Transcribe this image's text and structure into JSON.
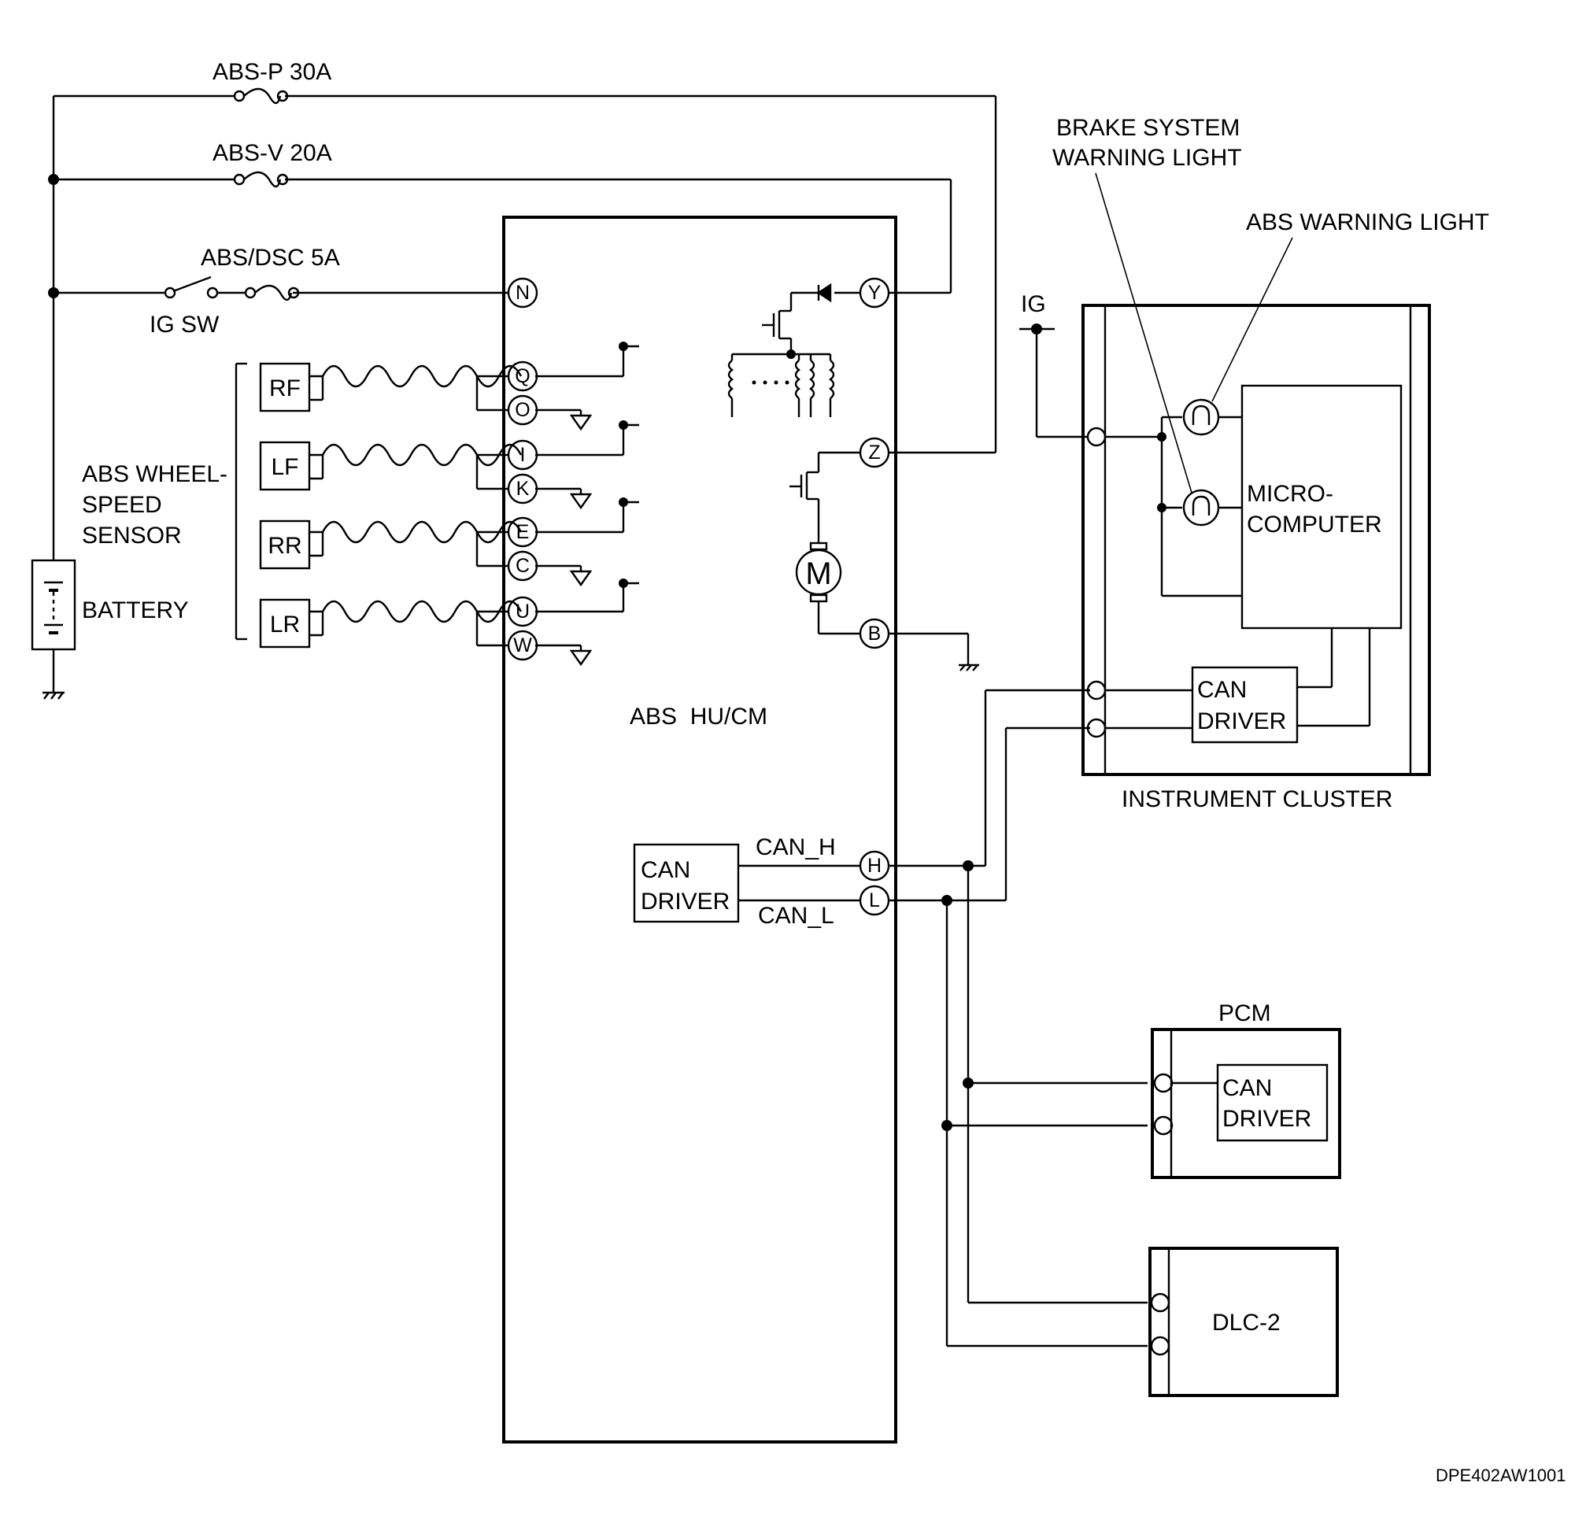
{
  "fuses": {
    "abs_p": "ABS-P 30A",
    "abs_v": "ABS-V 20A",
    "abs_dsc": "ABS/DSC 5A"
  },
  "ig_switch": "IG SW",
  "ig_label": "IG",
  "battery": "BATTERY",
  "wheel_sensor": {
    "line1": "ABS WHEEL-",
    "line2": "SPEED",
    "line3": "SENSOR",
    "sensors": [
      "RF",
      "LF",
      "RR",
      "LR"
    ]
  },
  "hucm": {
    "name": "ABS  HU/CM",
    "can_driver_line1": "CAN",
    "can_driver_line2": "DRIVER",
    "can_h": "CAN_H",
    "can_l": "CAN_L",
    "left_pins": [
      "N",
      "Q",
      "O",
      "I",
      "K",
      "E",
      "C",
      "U",
      "W"
    ],
    "right_pins": [
      "Y",
      "Z",
      "B",
      "H",
      "L"
    ],
    "motor": "M"
  },
  "instrument_cluster": {
    "name": "INSTRUMENT CLUSTER",
    "brake_light_line1": "BRAKE SYSTEM",
    "brake_light_line2": "WARNING LIGHT",
    "abs_light": "ABS WARNING LIGHT",
    "micro_line1": "MICRO-",
    "micro_line2": "COMPUTER",
    "can_driver_line1": "CAN",
    "can_driver_line2": "DRIVER"
  },
  "pcm": {
    "name": "PCM",
    "can_driver_line1": "CAN",
    "can_driver_line2": "DRIVER"
  },
  "dlc": "DLC-2",
  "figure_code": "DPE402AW1001"
}
